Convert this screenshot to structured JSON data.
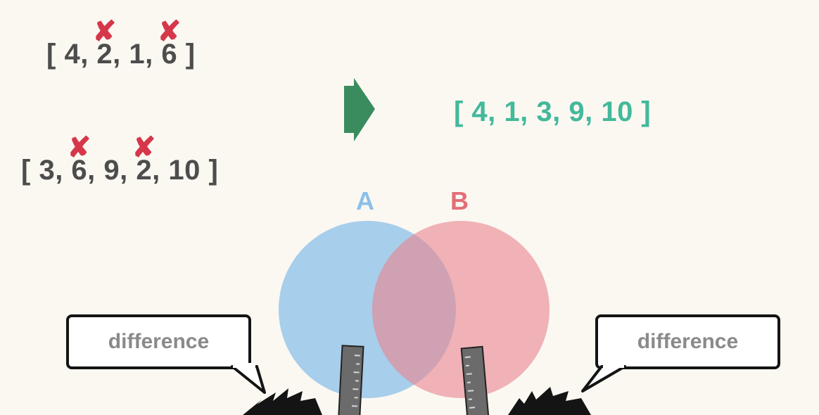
{
  "array_a": {
    "open": "[ ",
    "items": [
      "4",
      "2",
      "1",
      "6"
    ],
    "close": " ]",
    "crossed": [
      false,
      true,
      false,
      true
    ]
  },
  "array_b": {
    "open": "[ ",
    "items": [
      "3",
      "6",
      "9",
      "2",
      "10"
    ],
    "close": " ]",
    "crossed": [
      false,
      true,
      false,
      true,
      false
    ]
  },
  "result": "[ 4, 1, 3, 9, 10 ]",
  "cross_mark": "✘",
  "venn": {
    "set_a": {
      "label": "A",
      "color": "#6fb3e6"
    },
    "set_b": {
      "label": "B",
      "color": "#e9848d"
    }
  },
  "callouts": {
    "left": "difference",
    "right": "difference"
  },
  "colors": {
    "text": "#4d4d4d",
    "result": "#43b99a",
    "arrow": "#3a8c5f",
    "cross": "#d6374b",
    "label_a": "#8bbfe9",
    "label_b": "#e36e77"
  }
}
